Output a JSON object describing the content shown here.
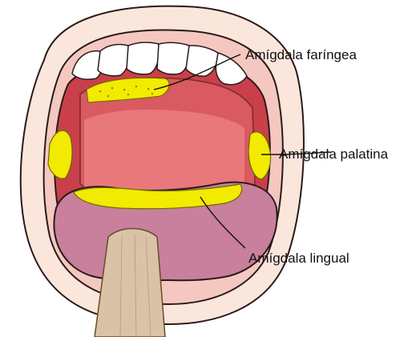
{
  "labels": {
    "pharyngeal": "Amígdala faríngea",
    "palatine": "Amígdala palatina",
    "lingual": "Amígdala lingual"
  },
  "colors": {
    "tonsil_highlight": "#f2ea00",
    "lips": "#f7d6c8",
    "mouth_interior": "#c9404a",
    "palate": "#e8787c",
    "tongue": "#c8809c",
    "teeth": "#ffffff",
    "depressor": "#d9c3a6",
    "skin": "#fbe6dc"
  },
  "icons": {
    "tongue_depressor": "wooden-spatula"
  }
}
